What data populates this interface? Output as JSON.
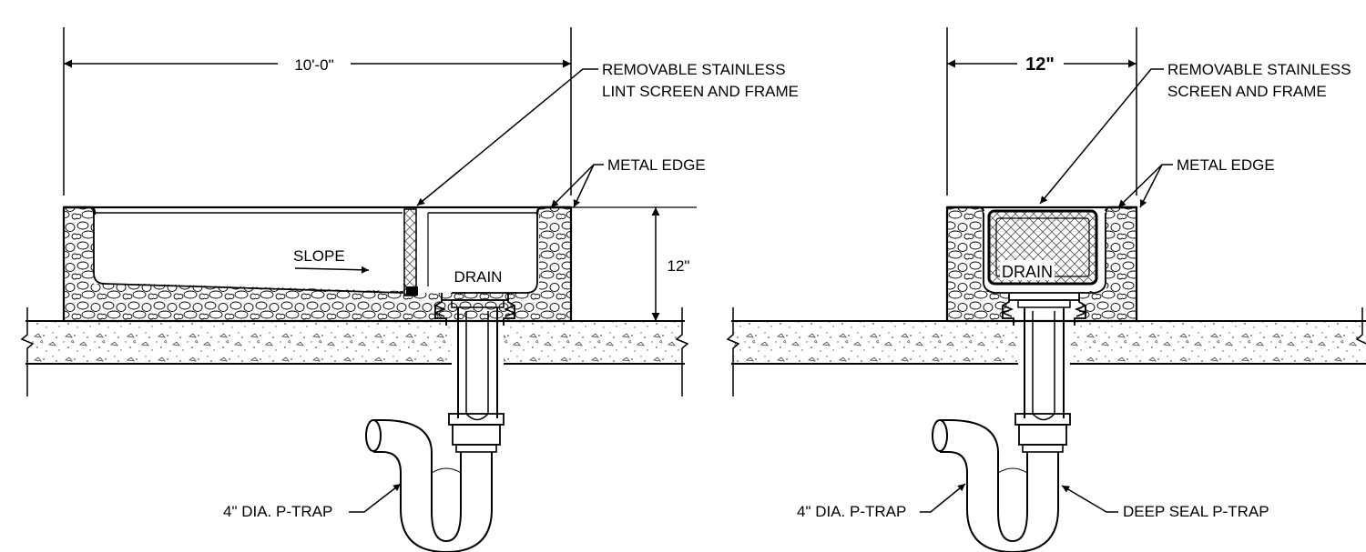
{
  "left_detail": {
    "width_dimension": "10'-0\"",
    "height_dimension": "12\"",
    "screen_callout_line1": "REMOVABLE STAINLESS",
    "screen_callout_line2": "LINT SCREEN AND FRAME",
    "edge_callout": "METAL EDGE",
    "slope_label": "SLOPE",
    "drain_label": "DRAIN",
    "trap_callout": "4\" DIA. P-TRAP"
  },
  "right_detail": {
    "width_dimension": "12\"",
    "screen_callout_line1": "REMOVABLE STAINLESS",
    "screen_callout_line2": "SCREEN AND FRAME",
    "edge_callout": "METAL EDGE",
    "drain_label": "DRAIN",
    "trap_callout": "4\" DIA. P-TRAP",
    "deep_trap_callout": "DEEP SEAL P-TRAP"
  }
}
